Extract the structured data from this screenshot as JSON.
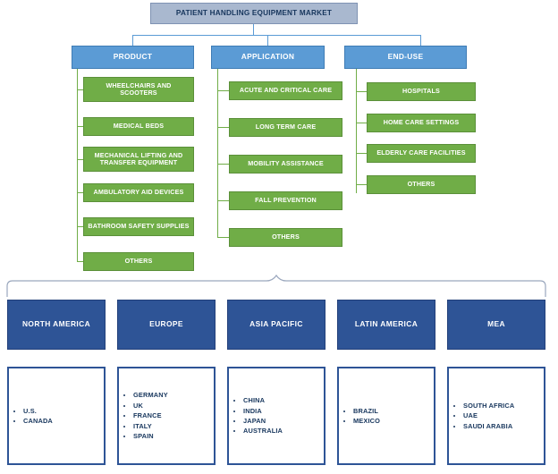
{
  "title": "PATIENT HANDLING EQUIPMENT MARKET",
  "categories": [
    {
      "label": "PRODUCT",
      "items": [
        "WHEELCHAIRS AND SCOOTERS",
        "MEDICAL BEDS",
        "MECHANICAL LIFTING AND TRANSFER EQUIPMENT",
        "AMBULATORY AID DEVICES",
        "BATHROOM SAFETY SUPPLIES",
        "OTHERS"
      ]
    },
    {
      "label": "APPLICATION",
      "items": [
        "ACUTE AND CRITICAL CARE",
        "LONG TERM CARE",
        "MOBILITY ASSISTANCE",
        "FALL PREVENTION",
        "OTHERS"
      ]
    },
    {
      "label": "END-USE",
      "items": [
        "HOSPITALS",
        "HOME CARE SETTINGS",
        "ELDERLY CARE FACILITIES",
        "OTHERS"
      ]
    }
  ],
  "regions": [
    {
      "label": "NORTH AMERICA",
      "countries": [
        "U.S.",
        "CANADA"
      ]
    },
    {
      "label": "EUROPE",
      "countries": [
        "GERMANY",
        "UK",
        "FRANCE",
        "ITALY",
        "SPAIN"
      ]
    },
    {
      "label": "ASIA PACIFIC",
      "countries": [
        "CHINA",
        "INDIA",
        "JAPAN",
        "AUSTRALIA"
      ]
    },
    {
      "label": "LATIN AMERICA",
      "countries": [
        "BRAZIL",
        "MEXICO"
      ]
    },
    {
      "label": "MEA",
      "countries": [
        "SOUTH AFRICA",
        "UAE",
        "SAUDI ARABIA"
      ]
    }
  ],
  "colors": {
    "root": "#a9b8cf",
    "category": "#5b9bd5",
    "leaf": "#70ad47",
    "region": "#2e5496",
    "text_dark": "#17365d"
  }
}
